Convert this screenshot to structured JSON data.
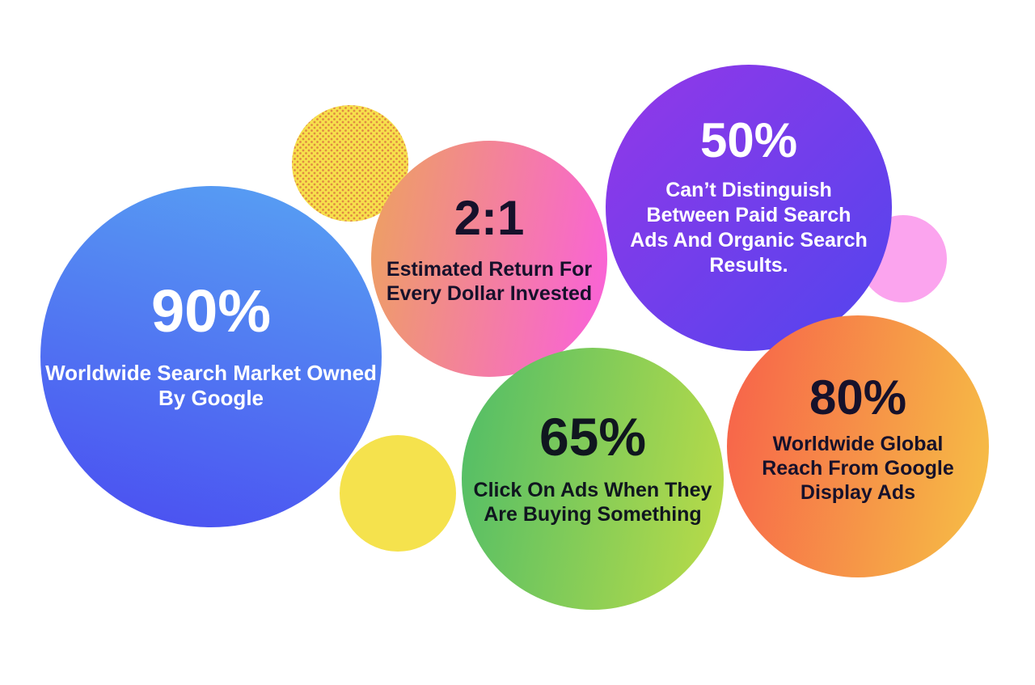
{
  "page": {
    "background": "#ffffff"
  },
  "chart_data": {
    "type": "bubble",
    "legend": "none",
    "points": [
      {
        "stat": "90%",
        "value": 90,
        "unit": "percent",
        "label": "Worldwide Search Market Owned By Google",
        "color_from": "#58a3f3",
        "color_to": "#4a4cf1"
      },
      {
        "stat": "2:1",
        "value": 2,
        "unit": "ratio",
        "label": "Estimated Return For Every Dollar Invested",
        "color_from": "#eda25e",
        "color_to": "#fa5fdd"
      },
      {
        "stat": "50%",
        "value": 50,
        "unit": "percent",
        "label": "Can’t Distinguish Between Paid Search Ads And Organic Search Results.",
        "color_from": "#9437e8",
        "color_to": "#5145ee"
      },
      {
        "stat": "65%",
        "value": 65,
        "unit": "percent",
        "label": "Click On Ads When They Are Buying Something",
        "color_from": "#4fbd68",
        "color_to": "#bcdc47"
      },
      {
        "stat": "80%",
        "value": 80,
        "unit": "percent",
        "label": "Worldwide Global Reach From Google Display Ads",
        "color_from": "#f7604a",
        "color_to": "#f6c145"
      }
    ]
  },
  "bubbles": {
    "market": {
      "value": "90%",
      "lines": [
        "Worldwide Search Market Owned",
        "By Google"
      ],
      "gradient": {
        "angle": "195deg",
        "from": "#58a3f3",
        "to": "#4a4cf1"
      },
      "text_color": "#ffffff"
    },
    "roi": {
      "value": "2:1",
      "lines": [
        "Estimated Return For",
        "Every Dollar Invested"
      ],
      "gradient": {
        "angle": "100deg",
        "from": "#eda25e",
        "to": "#fa5fdd"
      },
      "text_color": "#16112b"
    },
    "distinguish": {
      "value": "50%",
      "lines": [
        "Can’t Distinguish",
        "Between Paid Search",
        "Ads And Organic Search",
        "Results."
      ],
      "gradient": {
        "angle": "135deg",
        "from": "#9437e8",
        "to": "#5145ee"
      },
      "text_color": "#ffffff"
    },
    "buying": {
      "value": "65%",
      "lines": [
        "Click On Ads When They",
        "Are Buying Something"
      ],
      "gradient": {
        "angle": "100deg",
        "from": "#4fbd68",
        "to": "#bcdc47"
      },
      "text_color": "#10161f"
    },
    "reach": {
      "value": "80%",
      "lines": [
        "Worldwide Global",
        "Reach From Google",
        "Display Ads"
      ],
      "gradient": {
        "angle": "100deg",
        "from": "#f7604a",
        "to": "#f6c145"
      },
      "text_color": "#16112b"
    }
  },
  "decorations": {
    "dotted_circle": {
      "base": "#f7e04c",
      "dot": "#e08a42"
    },
    "pink_circle": {
      "color": "#fba4ee"
    },
    "yellow_circle": {
      "color": "#f5e24d"
    }
  }
}
